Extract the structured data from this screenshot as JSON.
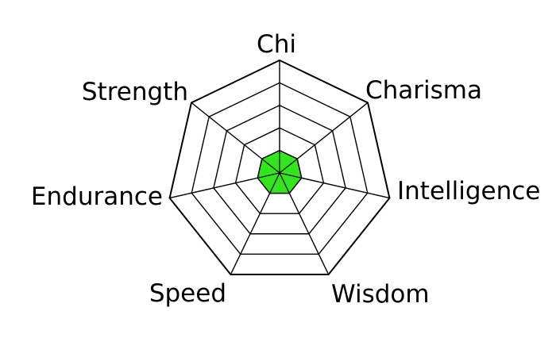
{
  "chart_data": {
    "type": "radar",
    "axes": [
      "Chi",
      "Charisma",
      "Intelligence",
      "Wisdom",
      "Speed",
      "Endurance",
      "Strength"
    ],
    "series": [
      {
        "values": [
          1,
          1,
          1,
          1,
          1,
          1,
          1
        ],
        "color": "#33e51f"
      }
    ],
    "rlim": [
      0,
      5
    ],
    "rings": 5,
    "grid": true,
    "grid_color": "#000000"
  }
}
